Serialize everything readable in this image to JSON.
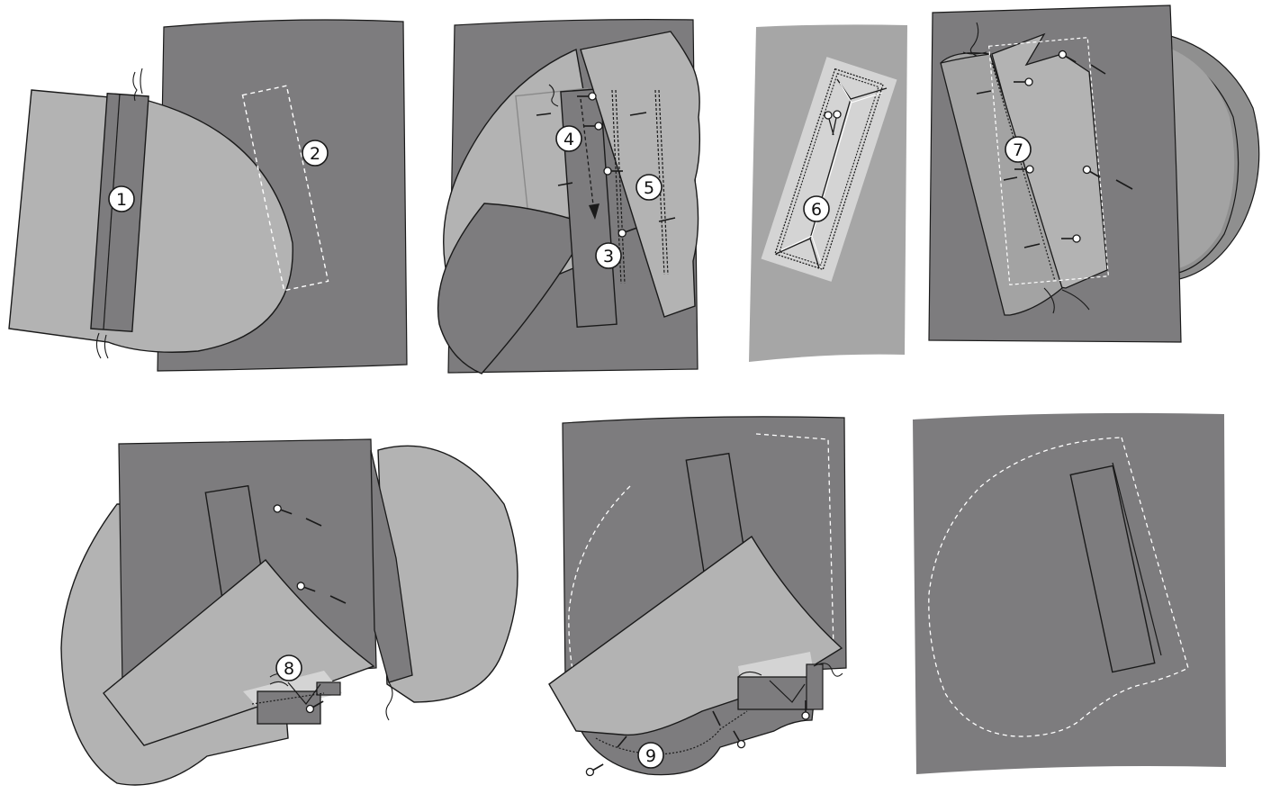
{
  "colors": {
    "dark_fabric": "#7d7c7e",
    "light_fabric": "#b3b3b3",
    "mid_fabric": "#9c9c9c",
    "outline": "#1a1a1a",
    "stitch_white": "#ffffff",
    "background": "#ffffff"
  },
  "steps": [
    {
      "id": "1",
      "label": "1"
    },
    {
      "id": "2",
      "label": "2"
    },
    {
      "id": "3",
      "label": "3"
    },
    {
      "id": "4",
      "label": "4"
    },
    {
      "id": "5",
      "label": "5"
    },
    {
      "id": "6",
      "label": "6"
    },
    {
      "id": "7",
      "label": "7"
    },
    {
      "id": "8",
      "label": "8"
    },
    {
      "id": "9",
      "label": "9"
    }
  ],
  "icons": [
    "pin-icon",
    "scissors-icon",
    "thread-end-icon",
    "stitch-line"
  ]
}
